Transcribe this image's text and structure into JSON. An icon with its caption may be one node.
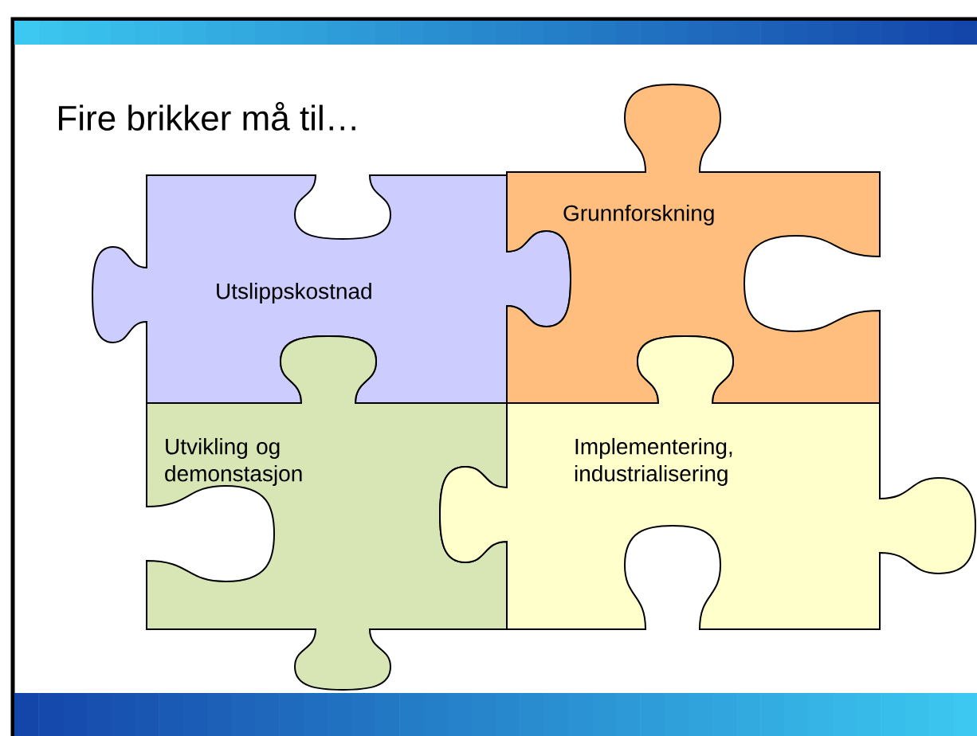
{
  "diagram": {
    "title": "Fire brikker må til…",
    "nodes": [
      {
        "text": [
          "Utslippskostnad"
        ]
      },
      {
        "text": [
          "Grunnforskning"
        ]
      },
      {
        "text": [
          "Utvikling og demonstasjon"
        ]
      },
      {
        "text": [
          "Implementering, industrialisering"
        ]
      }
    ]
  }
}
